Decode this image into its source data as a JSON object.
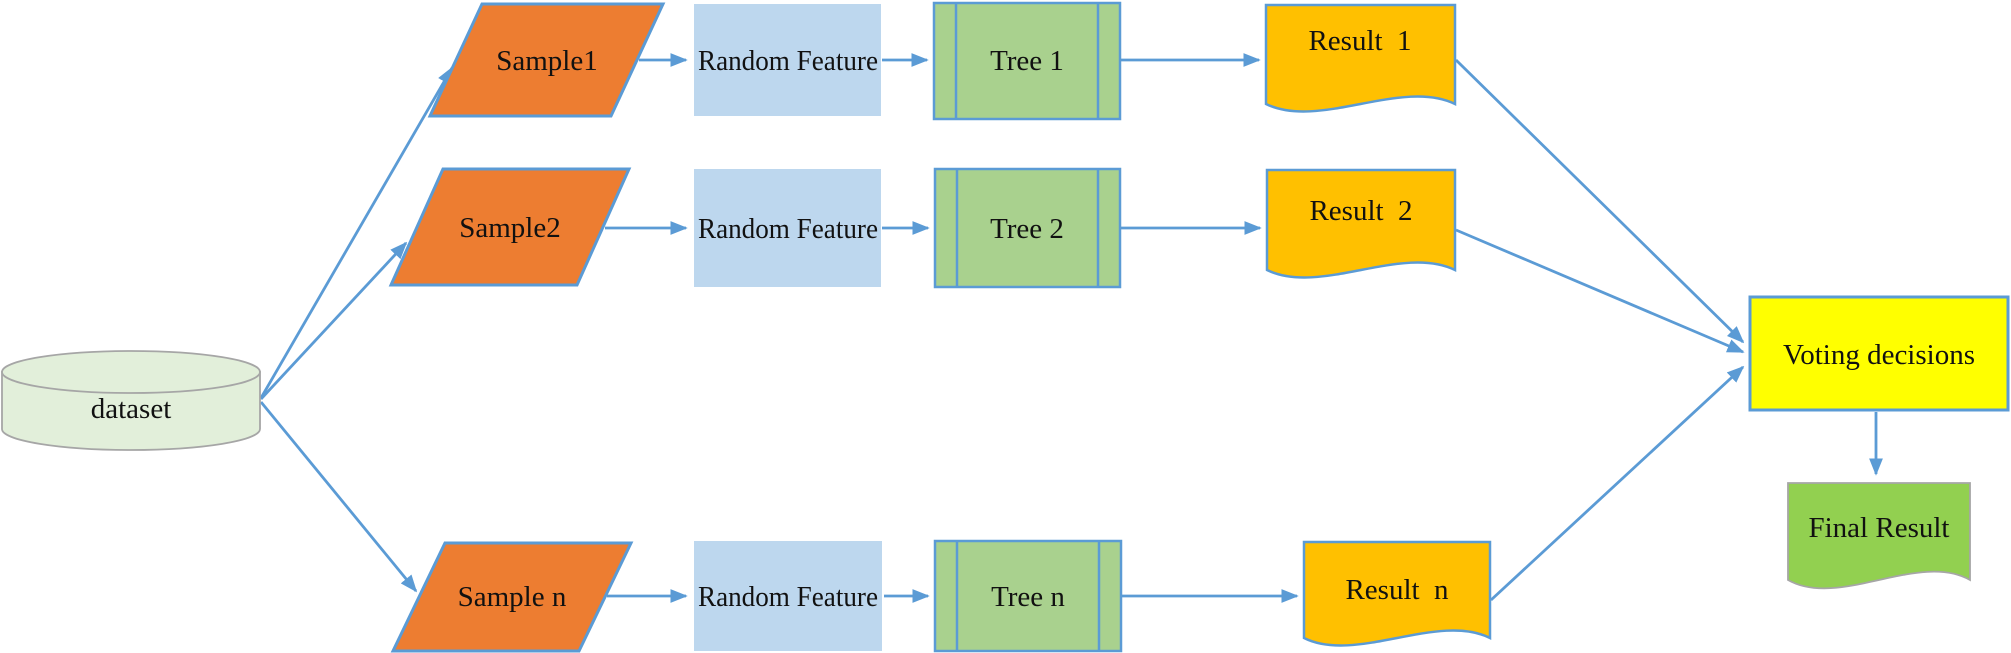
{
  "diagram_title": "random-forest-voting-flowchart",
  "colors": {
    "arrow_blue": "#5B9BD5",
    "sample_orange": "#ED7D31",
    "random_feature_blue": "#BDD7EE",
    "tree_green": "#A9D18E",
    "result_gold": "#FFC000",
    "voting_yellow": "#FFFF00",
    "final_result_green": "#92D050",
    "dataset_fill": "#E2EFDA",
    "gray_border": "#A6A6A6"
  },
  "nodes": {
    "dataset": {
      "label": "dataset",
      "shape": "cylinder"
    },
    "sample1": {
      "label": "Sample1",
      "shape": "parallelogram"
    },
    "sample2": {
      "label": "Sample2",
      "shape": "parallelogram"
    },
    "sample_n": {
      "label": "Sample n",
      "shape": "parallelogram"
    },
    "random_feature_1": {
      "label": "Random Feature",
      "shape": "rectangle"
    },
    "random_feature_2": {
      "label": "Random Feature",
      "shape": "rectangle"
    },
    "random_feature_n": {
      "label": "Random Feature",
      "shape": "rectangle"
    },
    "tree_1": {
      "label": "Tree 1",
      "shape": "predefined-process"
    },
    "tree_2": {
      "label": "Tree 2",
      "shape": "predefined-process"
    },
    "tree_n": {
      "label": "Tree n",
      "shape": "predefined-process"
    },
    "result_1": {
      "label": "Result  1",
      "shape": "document"
    },
    "result_2": {
      "label": "Result  2",
      "shape": "document"
    },
    "result_n": {
      "label": "Result  n",
      "shape": "document"
    },
    "voting": {
      "label": "Voting decisions",
      "shape": "rectangle"
    },
    "final_result": {
      "label": "Final Result",
      "shape": "document"
    }
  },
  "edges": [
    {
      "from": "dataset",
      "to": "sample1"
    },
    {
      "from": "dataset",
      "to": "sample2"
    },
    {
      "from": "dataset",
      "to": "sample_n"
    },
    {
      "from": "sample1",
      "to": "random_feature_1"
    },
    {
      "from": "sample2",
      "to": "random_feature_2"
    },
    {
      "from": "sample_n",
      "to": "random_feature_n"
    },
    {
      "from": "random_feature_1",
      "to": "tree_1"
    },
    {
      "from": "random_feature_2",
      "to": "tree_2"
    },
    {
      "from": "random_feature_n",
      "to": "tree_n"
    },
    {
      "from": "tree_1",
      "to": "result_1"
    },
    {
      "from": "tree_2",
      "to": "result_2"
    },
    {
      "from": "tree_n",
      "to": "result_n"
    },
    {
      "from": "result_1",
      "to": "voting"
    },
    {
      "from": "result_2",
      "to": "voting"
    },
    {
      "from": "result_n",
      "to": "voting"
    },
    {
      "from": "voting",
      "to": "final_result"
    }
  ]
}
